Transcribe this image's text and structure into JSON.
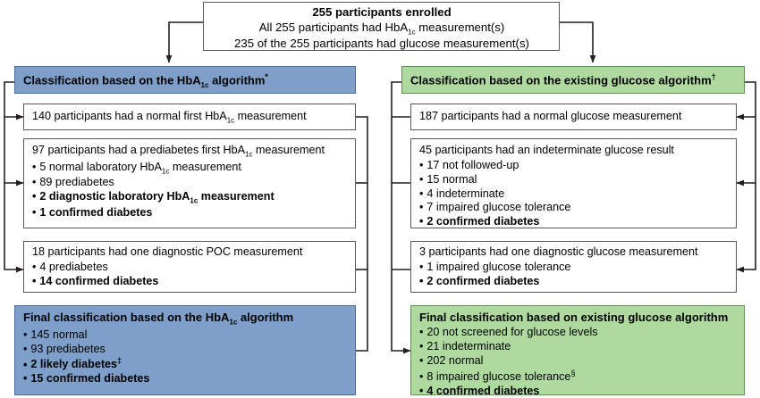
{
  "title": "Diabetes screening classification flow chart",
  "colors": {
    "blue": "#7e9fc9",
    "green": "#aedaa0",
    "box_border": "#58585b",
    "line": "#231f20"
  },
  "enrolled": {
    "line1": "255 participants enrolled",
    "line2_a": "All 255 participants had HbA",
    "line2_sub": "1c",
    "line2_b": " measurement(s)",
    "line3": "235 of the 255 participants had glucose measurement(s)"
  },
  "left": {
    "header_a": "Classification based on the HbA",
    "header_sub": "1c",
    "header_b": " algorithm",
    "header_mark": "*",
    "box1": {
      "head_a": "140 participants had a normal first HbA",
      "head_sub": "1c",
      "head_b": " measurement"
    },
    "box2": {
      "head_a": "97 participants had a prediabetes first HbA",
      "head_sub": "1c",
      "head_b": " measurement",
      "items": [
        {
          "text_a": "5 normal laboratory HbA",
          "sub": "1c",
          "text_b": " measurement",
          "bold": false
        },
        {
          "text_a": "89 prediabetes",
          "sub": "",
          "text_b": "",
          "bold": false
        },
        {
          "text_a": "2 diagnostic laboratory HbA",
          "sub": "1c",
          "text_b": " measurement",
          "bold": true
        },
        {
          "text_a": "1 confirmed diabetes",
          "sub": "",
          "text_b": "",
          "bold": true
        }
      ]
    },
    "box3": {
      "head": "18 participants had one diagnostic POC measurement",
      "items": [
        {
          "text": "4 prediabetes",
          "bold": false
        },
        {
          "text": "14 confirmed diabetes",
          "bold": true
        }
      ]
    },
    "final": {
      "title_a": "Final classification based on the HbA",
      "title_sub": "1c",
      "title_b": " algorithm",
      "items": [
        {
          "text": "145 normal",
          "mark": "",
          "bold": false
        },
        {
          "text": "93 prediabetes",
          "mark": "",
          "bold": false
        },
        {
          "text": "2 likely diabetes",
          "mark": "‡",
          "bold": true
        },
        {
          "text": "15 confirmed diabetes",
          "mark": "",
          "bold": true
        }
      ]
    }
  },
  "right": {
    "header": "Classification based on the existing glucose algorithm",
    "header_mark": "†",
    "box1": {
      "head": "187 participants had a normal glucose measurement"
    },
    "box2": {
      "head": "45 participants had an indeterminate glucose result",
      "items": [
        {
          "text": "17 not followed-up",
          "bold": false
        },
        {
          "text": "15 normal",
          "bold": false
        },
        {
          "text": "4 indeterminate",
          "bold": false
        },
        {
          "text": "7 impaired glucose tolerance",
          "bold": false
        },
        {
          "text": "2 confirmed diabetes",
          "bold": true
        }
      ]
    },
    "box3": {
      "head": "3 participants had one diagnostic glucose measurement",
      "items": [
        {
          "text": "1 impaired glucose tolerance",
          "bold": false
        },
        {
          "text": "2 confirmed diabetes",
          "bold": true
        }
      ]
    },
    "final": {
      "title": "Final classification based on existing glucose algorithm",
      "items": [
        {
          "text": "20 not screened for glucose levels",
          "mark": "",
          "bold": false
        },
        {
          "text": "21 indeterminate",
          "mark": "",
          "bold": false
        },
        {
          "text": "202 normal",
          "mark": "",
          "bold": false
        },
        {
          "text": "8 impaired glucose tolerance",
          "mark": "§",
          "bold": false
        },
        {
          "text": "4 confirmed diabetes",
          "mark": "",
          "bold": true
        }
      ]
    }
  }
}
